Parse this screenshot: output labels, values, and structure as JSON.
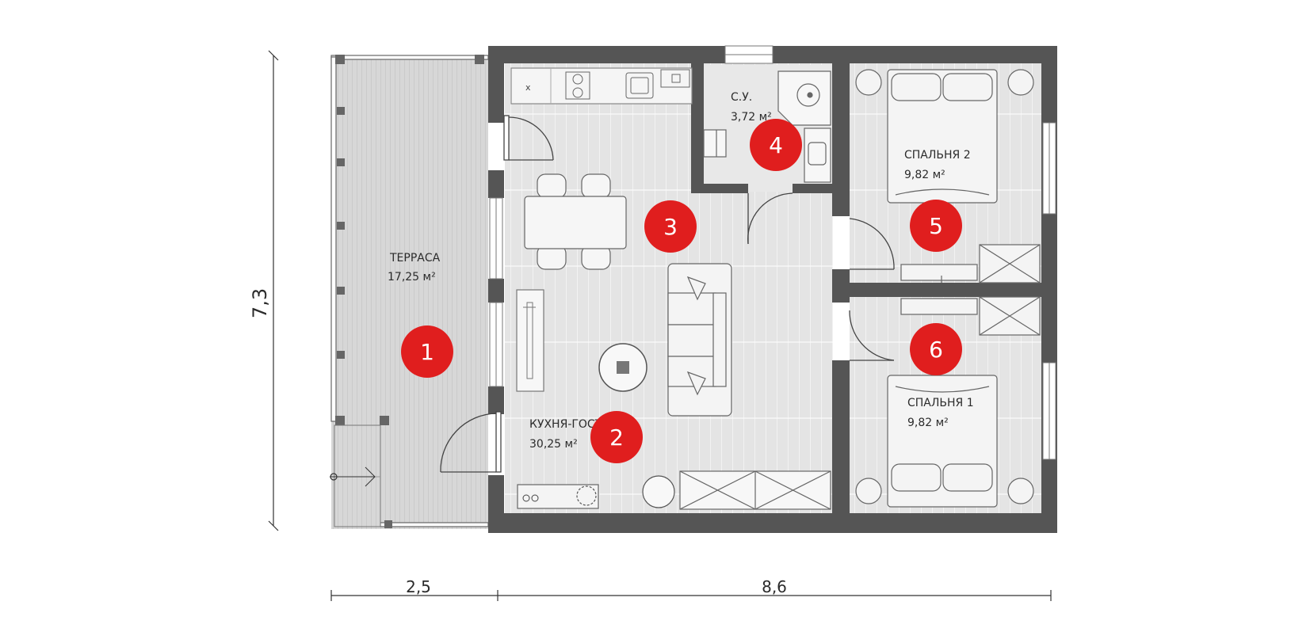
{
  "colors": {
    "wall": "#555555",
    "floor": "#e6e6e6",
    "deck": "#d4d4d4",
    "furniture": "#f7f7f7",
    "marker": "#e01e1e"
  },
  "rooms": {
    "terrace": {
      "name": "ТЕРРАСА",
      "area": "17,25 м²"
    },
    "living": {
      "name": "КУХНЯ-ГОСТИНАЯ",
      "area": "30,25 м²"
    },
    "bath": {
      "name": "С.У.",
      "area": "3,72 м²"
    },
    "bedroom2": {
      "name": "СПАЛЬНЯ 2",
      "area": "9,82 м²"
    },
    "bedroom1": {
      "name": "СПАЛЬНЯ 1",
      "area": "9,82 м²"
    }
  },
  "markers": [
    "1",
    "2",
    "3",
    "4",
    "5",
    "6"
  ],
  "dimensions": {
    "height": "7,3",
    "terrace_width": "2,5",
    "house_width": "8,6"
  },
  "icons": {
    "stove": "hob-icon",
    "sink": "sink-icon",
    "bed": "double-bed-icon",
    "sofa": "sofa-icon",
    "door": "door-swing-icon"
  }
}
